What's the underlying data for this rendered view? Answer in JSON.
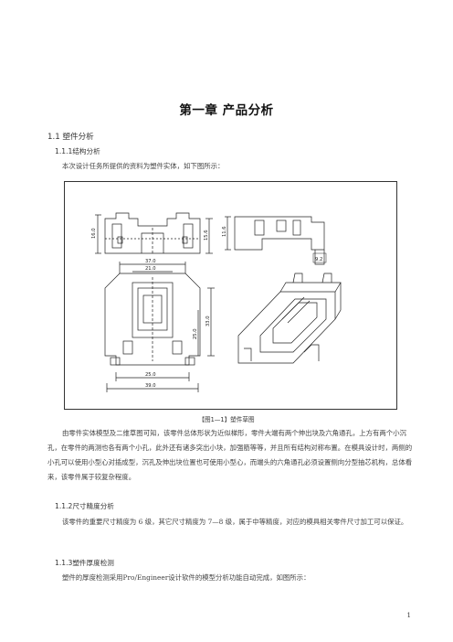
{
  "chapter_title": "第一章 产品分析",
  "section_1_1": "1.1 塑件分析",
  "subsection_1_1_1": "1.1.1结构分析",
  "para_intro": "本次设计任务所提供的资料为塑件实体，如下图所示：",
  "figure": {
    "caption": "【图1—1】塑件草图",
    "dimensions": {
      "front_height": "16.0",
      "front_height_right": "15.6",
      "side_height": "11.6",
      "side_tab": "9.2",
      "top_outer_width": "37.0",
      "top_inner_width": "21.0",
      "right_height_1": "33.0",
      "right_height_2": "25.0",
      "bottom_width_1": "25.0",
      "bottom_width_2": "39.0"
    }
  },
  "para_structure": "由零件实体模型及二维草图可知，该零件总体形状为近似梯形，零件大端有两个伸出块及六角通孔，上方有两个小沉孔，在零件的两测也各有两个小孔，此外还有诸多突出小块，加强筋等等，并且所有结构对称布置。在模具设计时，两侧的小孔可以使用小型心对插成型，沉孔及伸出块位置也可使用小型心，而端头的六角通孔必须设置侧向分型抽芯机构，总体看来，该零件属于较复杂程度。",
  "subsection_1_1_2": "1.1.2尺寸精度分析",
  "para_precision": "该零件的重要尺寸精度为 6 级，其它尺寸精度为 7—8 级，属于中等精度，对应的模具相关零件尺寸加工可以保证。",
  "subsection_1_1_3": "1.1.3塑件厚度检测",
  "para_thickness": "塑件的厚度检测采用Pro/Engineer设计软件的模型分析功能自动完成，如图所示：",
  "page_number": "1"
}
